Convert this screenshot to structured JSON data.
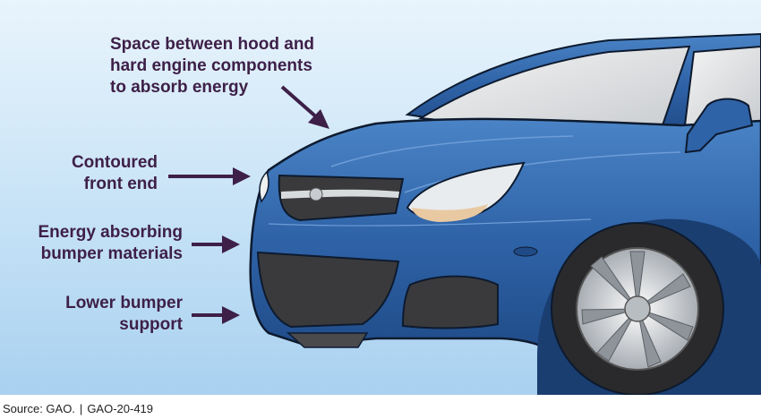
{
  "callouts": {
    "hood": "Space between hood and\nhard engine components\nto absorb energy",
    "contoured": "Contoured\nfront end",
    "bumper": "Energy absorbing\nbumper materials",
    "lower": "Lower bumper\nsupport"
  },
  "footer": {
    "source": "Source: GAO.",
    "separator": "|",
    "report": "GAO-20-419"
  },
  "colors": {
    "label": "#3d1f47",
    "car_body": "#2f63a8",
    "background_top": "#e9f4fc",
    "background_bottom": "#a9d1f0"
  }
}
